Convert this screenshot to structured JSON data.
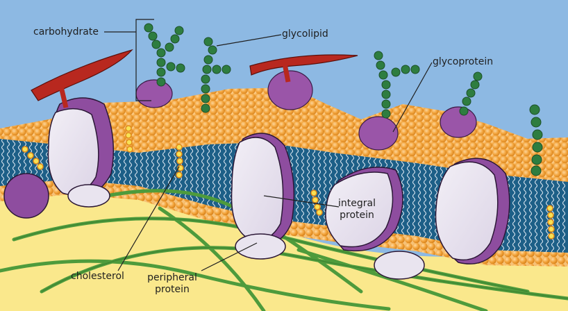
{
  "labels": {
    "carbohydrate": "carbohydrate",
    "glycolipid": "glycolipid",
    "glycoprotein": "glycoprotein",
    "integral_protein": [
      "integral",
      "protein"
    ],
    "cholesterol": "cholesterol",
    "peripheral_protein": [
      "peripheral",
      "protein"
    ]
  },
  "colors": {
    "sky": "#8db9e3",
    "cytoplasm": "#fae88c",
    "lipid_head": "#f1a23b",
    "tail_region": "#1d5f87",
    "tail_line": "#dfe9f3",
    "protein_body": "#e9e4ef",
    "protein_edge": "#8e4d9f",
    "glycan": "#2e7d40",
    "carbohydrate_red": "#b8281f",
    "cholesterol": "#f8e154",
    "filament": "#4e9b3c"
  }
}
